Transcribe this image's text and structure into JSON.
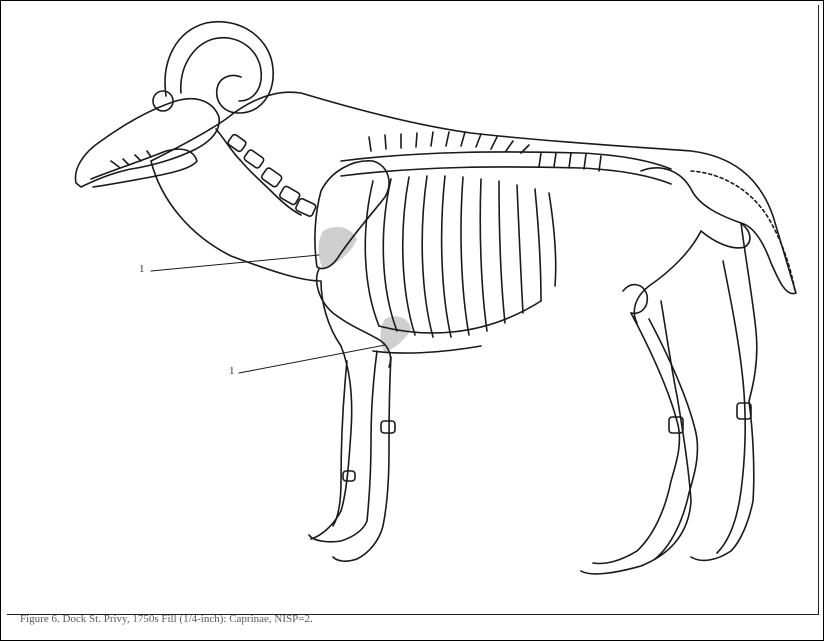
{
  "figure": {
    "caption": "Figure 6. Dock St. Privy, 1750s Fill (1/4-inch): Caprinae, NISP=2.",
    "callouts": [
      {
        "label": "1",
        "element": "scapula"
      },
      {
        "label": "1",
        "element": "humerus"
      }
    ],
    "highlight_color": "#cfcfcf",
    "line_color": "#1a1a1a"
  }
}
